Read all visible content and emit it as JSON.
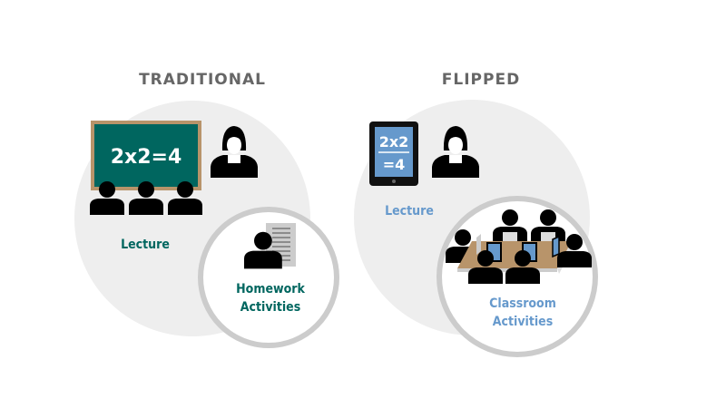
{
  "colors": {
    "traditional_accent": "#00665f",
    "flipped_accent": "#6699cc",
    "circle_bg": "#eeeeee",
    "ring": "#cccccc",
    "title": "#666666"
  },
  "traditional": {
    "title": "TRADITIONAL",
    "board_text": "2x2=4",
    "lecture_label": "Lecture",
    "homework_label_line1": "Homework",
    "homework_label_line2": "Activities"
  },
  "flipped": {
    "title": "FLIPPED",
    "tablet_line1": "2x2",
    "tablet_line2": "=4",
    "lecture_label": "Lecture",
    "classroom_label_line1": "Classroom",
    "classroom_label_line2": "Activities"
  }
}
